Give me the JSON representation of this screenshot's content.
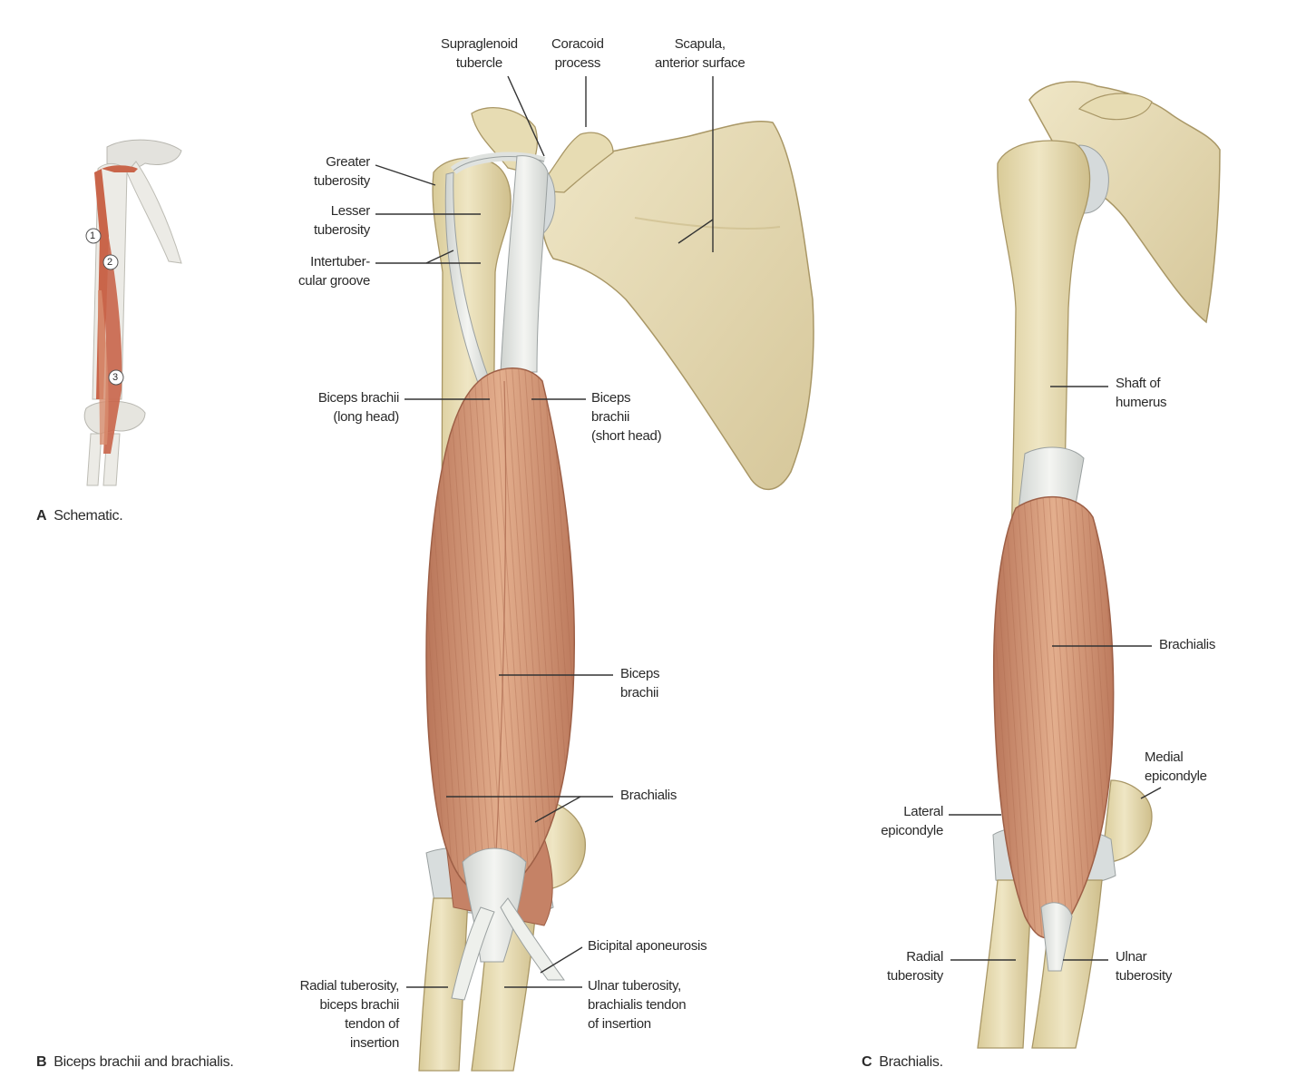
{
  "panelA": {
    "caption_letter": "A",
    "caption_text": "Schematic.",
    "markers": [
      "1",
      "2",
      "3"
    ]
  },
  "panelB": {
    "caption_letter": "B",
    "caption_text": "Biceps brachii and brachialis.",
    "labels": {
      "supraglenoid": [
        "Supraglenoid",
        "tubercle"
      ],
      "coracoid": [
        "Coracoid",
        "process"
      ],
      "scapula": [
        "Scapula,",
        "anterior surface"
      ],
      "greater_tuberosity": [
        "Greater",
        "tuberosity"
      ],
      "lesser_tuberosity": [
        "Lesser",
        "tuberosity"
      ],
      "intertubercular": [
        "Intertuber-",
        "cular groove"
      ],
      "biceps_long": [
        "Biceps brachii",
        "(long head)"
      ],
      "biceps_short": [
        "Biceps",
        "brachii",
        "(short head)"
      ],
      "biceps": [
        "Biceps",
        "brachii"
      ],
      "brachialis": [
        "Brachialis"
      ],
      "bicipital": [
        "Bicipital aponeurosis"
      ],
      "radial_tuberosity": [
        "Radial tuberosity,",
        "biceps brachii",
        "tendon of",
        "insertion"
      ],
      "ulnar_tuberosity": [
        "Ulnar tuberosity,",
        "brachialis tendon",
        "of insertion"
      ]
    }
  },
  "panelC": {
    "caption_letter": "C",
    "caption_text": "Brachialis.",
    "labels": {
      "shaft": [
        "Shaft of",
        "humerus"
      ],
      "brachialis": [
        "Brachialis"
      ],
      "medial_epicondyle": [
        "Medial",
        "epicondyle"
      ],
      "lateral_epicondyle": [
        "Lateral",
        "epicondyle"
      ],
      "radial_tuberosity": [
        "Radial",
        "tuberosity"
      ],
      "ulnar_tuberosity": [
        "Ulnar",
        "tuberosity"
      ]
    }
  },
  "colors": {
    "bone": "#e9dfb8",
    "bone_shade": "#c9b98a",
    "muscle": "#d39a78",
    "muscle_dark": "#b87356",
    "tendon": "#e6e8e4",
    "cartilage": "#d5dadb",
    "leader": "#333333"
  }
}
